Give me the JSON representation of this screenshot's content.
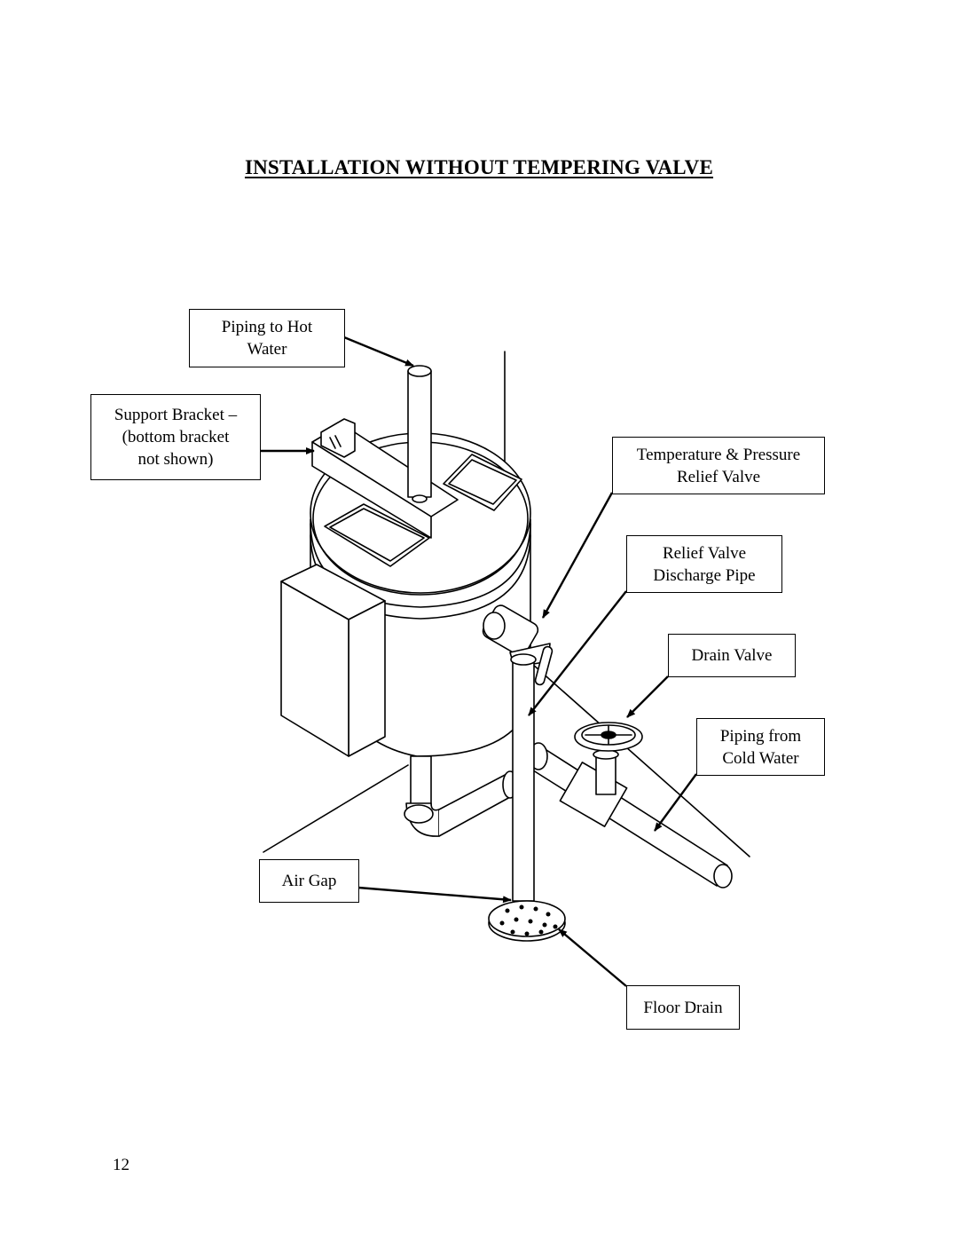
{
  "title": "INSTALLATION WITHOUT TEMPERING VALVE",
  "labels": {
    "piping_hot": [
      "Piping to Hot",
      "Water"
    ],
    "support_bracket": [
      "Support Bracket –",
      "(bottom bracket",
      "not shown)"
    ],
    "tp_valve": [
      "Temperature & Pressure",
      "Relief Valve"
    ],
    "discharge_pipe": [
      "Relief Valve",
      "Discharge Pipe"
    ],
    "drain_valve": [
      "Drain Valve"
    ],
    "piping_cold": [
      "Piping from",
      "Cold Water"
    ],
    "air_gap": [
      "Air Gap"
    ],
    "floor_drain": [
      "Floor Drain"
    ]
  },
  "page_number": "12"
}
